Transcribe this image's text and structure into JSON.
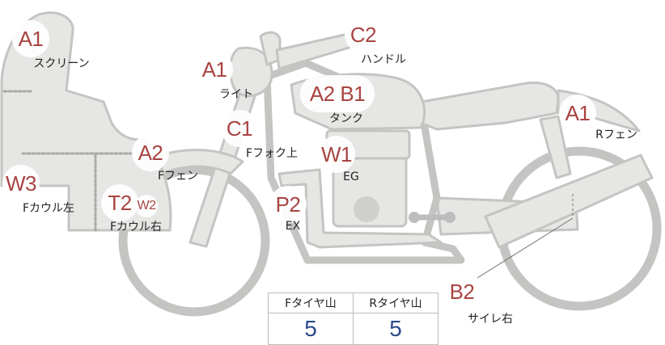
{
  "parts": [
    {
      "id": "windscreen",
      "code": "A1",
      "label": "スクリーン"
    },
    {
      "id": "headlight",
      "code": "A1",
      "label": "ライト"
    },
    {
      "id": "handlebar",
      "code": "C2",
      "label": "ハンドル"
    },
    {
      "id": "tank",
      "code": "A2 B1",
      "label": "タンク"
    },
    {
      "id": "rear-fender",
      "code": "A1",
      "label": "Rフェン"
    },
    {
      "id": "front-fork",
      "code": "C1",
      "label": "Fフォク上"
    },
    {
      "id": "front-fender",
      "code": "A2",
      "label": "Fフェン"
    },
    {
      "id": "engine",
      "code": "W1",
      "label": "EG"
    },
    {
      "id": "front-cowl-left",
      "code": "W3",
      "label": "Fカウル左"
    },
    {
      "id": "front-cowl-right",
      "code": "T2",
      "sub_code": "W2",
      "label": "Fカウル右"
    },
    {
      "id": "exhaust",
      "code": "P2",
      "label": "EX"
    },
    {
      "id": "muffler-right",
      "code": "B2",
      "label": "サイレ右"
    }
  ],
  "tread": {
    "headers": [
      "Fタイヤ山",
      "Rタイヤ山"
    ],
    "values": [
      "5",
      "5"
    ]
  },
  "colors": {
    "body_fill": "#e6e6e4",
    "body_stroke": "#c4c4c2",
    "code_text": "#a94442",
    "tread_value": "#2c4a8a"
  }
}
